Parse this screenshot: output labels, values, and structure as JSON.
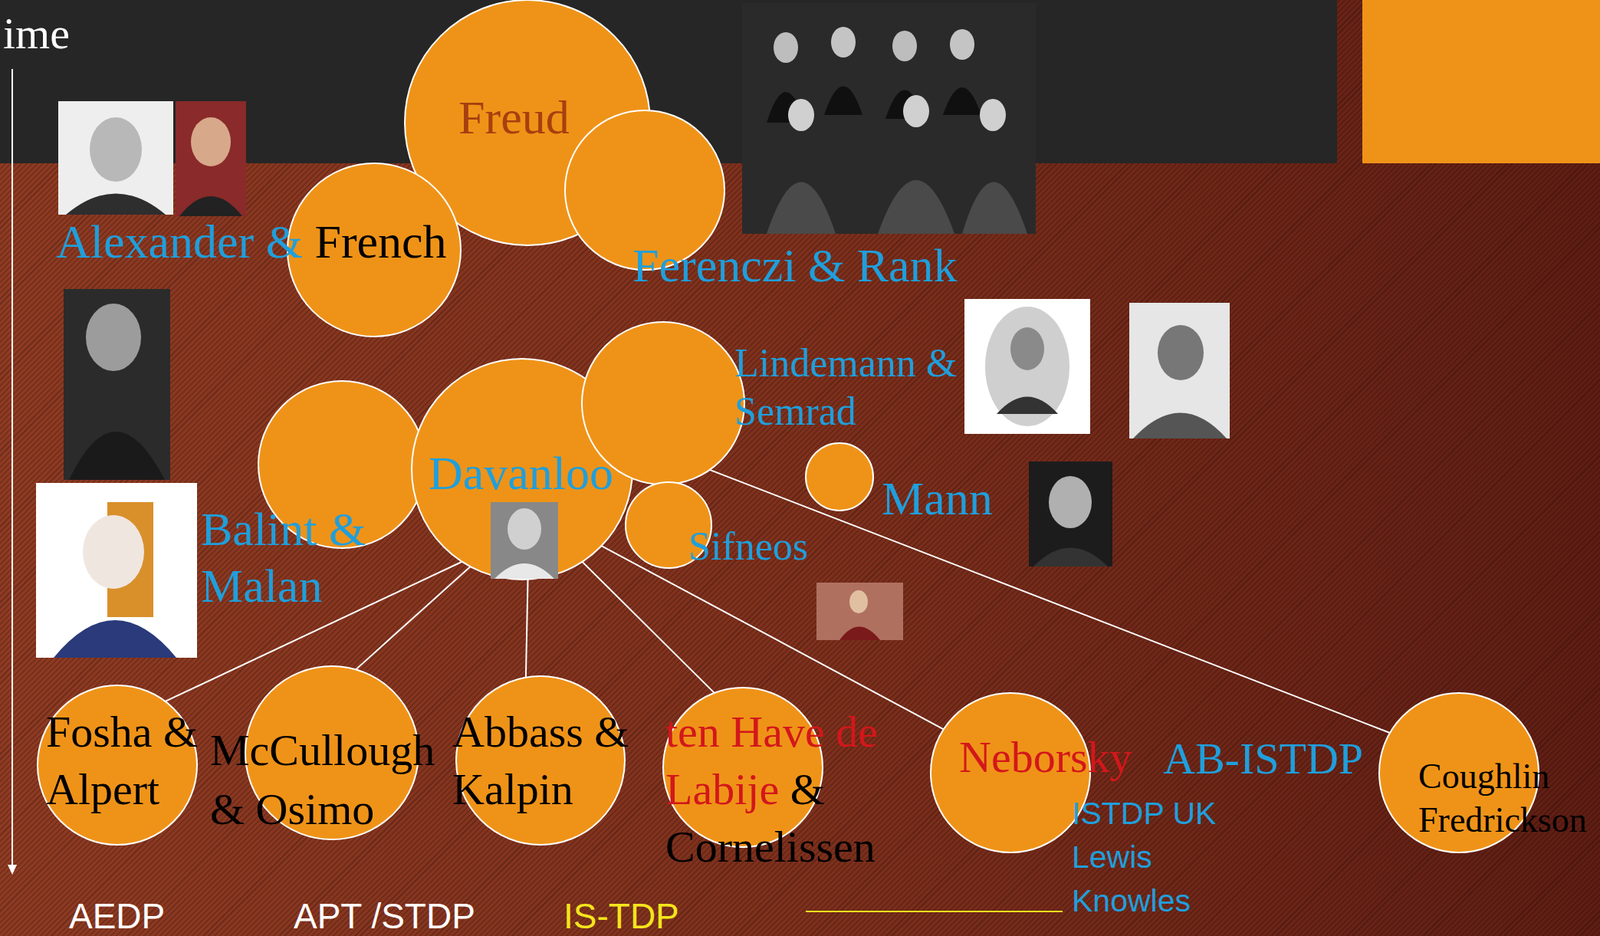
{
  "diagram": {
    "nodes": [
      {
        "text": [
          "Freud"
        ]
      },
      {
        "text": [
          "Ferenczi & Rank"
        ]
      },
      {
        "text": [
          "Alexander &",
          "French"
        ]
      },
      {
        "text": [
          "Balint & Malan"
        ]
      },
      {
        "text": [
          "Davanloo"
        ]
      },
      {
        "text": [
          "Lindemann & Semrad"
        ]
      },
      {
        "text": [
          "Mann"
        ]
      },
      {
        "text": [
          "Sifneos"
        ]
      },
      {
        "text": [
          "Fosha & Alpert"
        ]
      },
      {
        "text": [
          "McCullough & Osimo"
        ]
      },
      {
        "text": [
          "Abbass & Kalpin"
        ]
      },
      {
        "text": [
          "ten Have de Labije",
          "& Cornelissen"
        ]
      },
      {
        "text": [
          "Neborsky"
        ]
      },
      {
        "text": [
          "Coughlin Fredrickson"
        ]
      }
    ],
    "edges": [
      {
        "from": 4,
        "to": 8,
        "arrow": "none"
      },
      {
        "from": 4,
        "to": 9,
        "arrow": "none"
      },
      {
        "from": 4,
        "to": 10,
        "arrow": "none"
      },
      {
        "from": 4,
        "to": 11,
        "arrow": "none"
      },
      {
        "from": 4,
        "to": 12,
        "arrow": "none"
      },
      {
        "from": 5,
        "to": 13,
        "arrow": "none"
      }
    ],
    "labels": [
      "ime",
      "AB-ISTDP",
      "ISTDP UK",
      "Lewis",
      "Knowles",
      "AEDP",
      "APT /STDP",
      "IS-TDP"
    ]
  }
}
